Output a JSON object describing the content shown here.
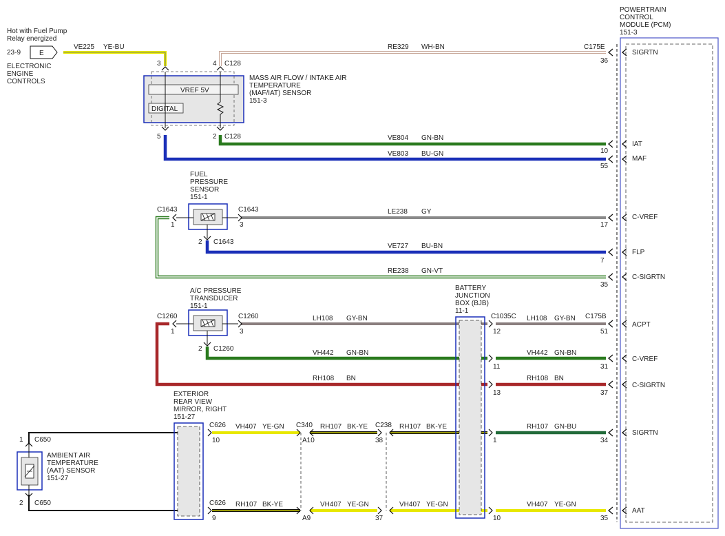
{
  "pcm": {
    "title_lines": [
      "POWERTRAIN",
      "CONTROL",
      "MODULE (PCM)",
      "151-3"
    ],
    "pins": [
      "SIGRTN",
      "IAT",
      "MAF",
      "C-VREF",
      "FLP",
      "C-SIGRTN",
      "ACPT",
      "C-VREF",
      "C-SIGRTN",
      "SIGRTN",
      "AAT"
    ]
  },
  "hot": {
    "lines": [
      "Hot with Fuel Pump",
      "Relay energized"
    ],
    "ref": "23-9",
    "box": "E",
    "source_lines": [
      "ELECTRONIC",
      "ENGINE",
      "CONTROLS"
    ]
  },
  "components": {
    "maf": {
      "lines": [
        "MASS AIR FLOW / INTAKE AIR",
        "TEMPERATURE",
        "(MAF/IAT) SENSOR",
        "151-3"
      ],
      "vref": "VREF 5V",
      "digital": "DIGITAL"
    },
    "fps": {
      "lines": [
        "FUEL",
        "PRESSURE",
        "SENSOR",
        "151-1"
      ]
    },
    "acp": {
      "lines": [
        "A/C PRESSURE",
        "TRANSDUCER",
        "151-1"
      ]
    },
    "bjb": {
      "lines": [
        "BATTERY",
        "JUNCTION",
        "BOX (BJB)",
        "11-1"
      ]
    },
    "mirror": {
      "lines": [
        "EXTERIOR",
        "REAR VIEW",
        "MIRROR, RIGHT",
        "151-27"
      ]
    },
    "aat": {
      "lines": [
        "AMBIENT AIR",
        "TEMPERATURE",
        "(AAT) SENSOR",
        "151-27"
      ]
    }
  },
  "wire_labels": [
    {
      "circuit": "VE225",
      "color": "YE-BU"
    },
    {
      "circuit": "RE329",
      "color": "WH-BN"
    },
    {
      "circuit": "VE804",
      "color": "GN-BN"
    },
    {
      "circuit": "VE803",
      "color": "BU-GN"
    },
    {
      "circuit": "LE238",
      "color": "GY"
    },
    {
      "circuit": "VE727",
      "color": "BU-BN"
    },
    {
      "circuit": "RE238",
      "color": "GN-VT"
    },
    {
      "circuit": "LH108",
      "color": "GY-BN"
    },
    {
      "circuit": "LH108",
      "color": "GY-BN"
    },
    {
      "circuit": "VH442",
      "color": "GN-BN"
    },
    {
      "circuit": "VH442",
      "color": "GN-BN"
    },
    {
      "circuit": "RH108",
      "color": "BN"
    },
    {
      "circuit": "RH108",
      "color": "BN"
    },
    {
      "circuit": "VH407",
      "color": "YE-GN"
    },
    {
      "circuit": "RH107",
      "color": "BK-YE"
    },
    {
      "circuit": "RH107",
      "color": "BK-YE"
    },
    {
      "circuit": "RH107",
      "color": "GN-BU"
    },
    {
      "circuit": "RH107",
      "color": "BK-YE"
    },
    {
      "circuit": "VH407",
      "color": "YE-GN"
    },
    {
      "circuit": "VH407",
      "color": "YE-GN"
    },
    {
      "circuit": "VH407",
      "color": "YE-GN"
    }
  ],
  "connectors": [
    "C128",
    "C128",
    "C175E",
    "C1643",
    "C1643",
    "C1643",
    "C1260",
    "C1260",
    "C1260",
    "C1035C",
    "C175B",
    "C626",
    "C340",
    "C238",
    "C626",
    "C650",
    "C650"
  ],
  "pin_numbers": [
    "3",
    "4",
    "5",
    "2",
    "36",
    "10",
    "55",
    "1",
    "3",
    "2",
    "17",
    "7",
    "35",
    "1",
    "3",
    "2",
    "12",
    "51",
    "11",
    "31",
    "13",
    "37",
    "10",
    "A10",
    "38",
    "1",
    "34",
    "9",
    "A9",
    "37",
    "10",
    "35",
    "1",
    "2"
  ],
  "colors": {
    "yellow": "#e8e800",
    "green": "#2a7a1e",
    "blue": "#1a2fb8",
    "gray": "#8a8a8a",
    "brown": "#8a6e60",
    "red": "#a8282a",
    "black": "#111111",
    "darkgreen": "#226b3a",
    "box": "#4a55c8"
  }
}
